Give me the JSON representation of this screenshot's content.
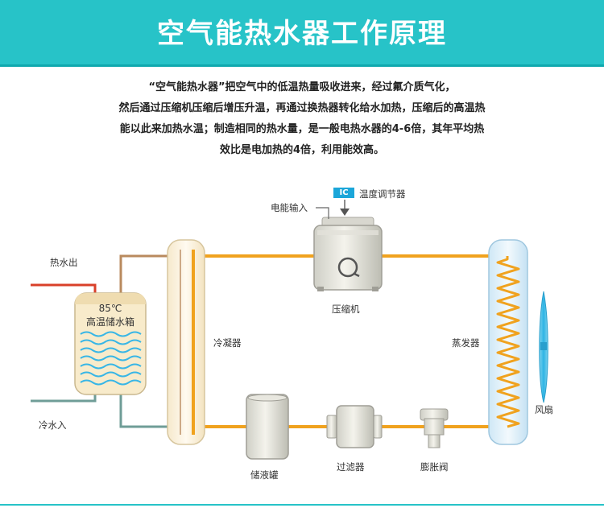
{
  "header": {
    "title": "空气能热水器工作原理"
  },
  "description": {
    "lines": [
      "“空气能热水器”把空气中的低温热量吸收进来，经过氟介质气化，",
      "然后通过压缩机压缩后增压升温，再通过换热器转化给水加热，压缩后的高温热",
      "能以此来加热水温；制造相同的热水量，是一般电热水器的4-6倍，其年平均热",
      "效比是电加热的4倍，利用能效高。"
    ]
  },
  "diagram": {
    "tank": {
      "temp": "85℃",
      "name": "高温储水箱"
    },
    "labels": {
      "hot_water_out": "热水出",
      "cold_water_in": "冷水入",
      "condenser": "冷凝器",
      "compressor": "压缩机",
      "power_input": "电能输入",
      "ic_badge": "IC",
      "thermostat": "温度调节器",
      "evaporator": "蒸发器",
      "fan": "风扇",
      "liquid_tank": "储液罐",
      "filter": "过滤器",
      "expansion_valve": "膨胀阀"
    },
    "colors": {
      "banner": "#27c3c8",
      "refrigerant_pipe": "#f0a21e",
      "hot_pipe": "#d9402a",
      "warm_pipe": "#b98a5e",
      "cold_pipe": "#6f9d97",
      "water_wave": "#38b6e6",
      "ic_badge": "#1ba6d9"
    }
  }
}
